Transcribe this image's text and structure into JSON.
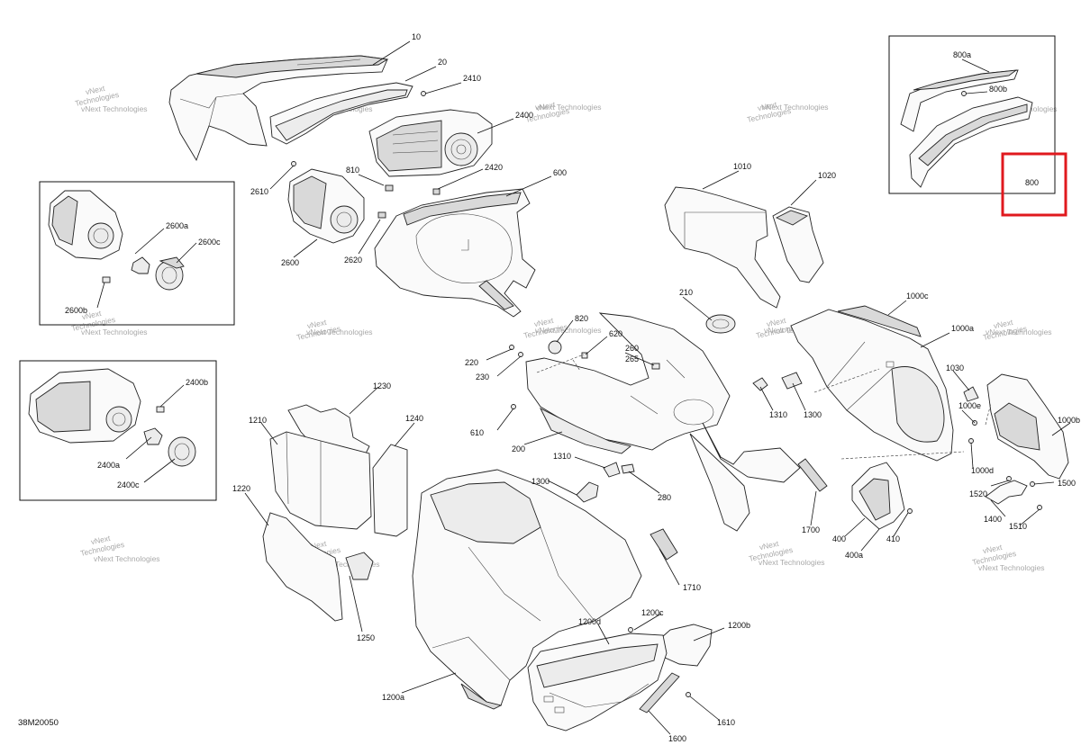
{
  "diagram_code": "38M20050",
  "watermark": {
    "line1": "vNext",
    "line2": "Technologies",
    "single": "vNext Technologies"
  },
  "highlight_color": "#e0191e",
  "parts": [
    {
      "id": "10",
      "label": "10"
    },
    {
      "id": "20",
      "label": "20"
    },
    {
      "id": "2410",
      "label": "2410"
    },
    {
      "id": "2400",
      "label": "2400"
    },
    {
      "id": "2420",
      "label": "2420"
    },
    {
      "id": "600",
      "label": "600"
    },
    {
      "id": "810",
      "label": "810"
    },
    {
      "id": "2610",
      "label": "2610"
    },
    {
      "id": "2600",
      "label": "2600"
    },
    {
      "id": "2620",
      "label": "2620"
    },
    {
      "id": "2600a",
      "label": "2600a"
    },
    {
      "id": "2600c",
      "label": "2600c"
    },
    {
      "id": "2600b",
      "label": "2600b"
    },
    {
      "id": "2400b",
      "label": "2400b"
    },
    {
      "id": "2400a",
      "label": "2400a"
    },
    {
      "id": "2400c",
      "label": "2400c"
    },
    {
      "id": "800a",
      "label": "800a"
    },
    {
      "id": "800b",
      "label": "800b"
    },
    {
      "id": "800",
      "label": "800"
    },
    {
      "id": "1010",
      "label": "1010"
    },
    {
      "id": "1020",
      "label": "1020"
    },
    {
      "id": "210",
      "label": "210"
    },
    {
      "id": "1000c",
      "label": "1000c"
    },
    {
      "id": "1000a",
      "label": "1000a"
    },
    {
      "id": "1030",
      "label": "1030"
    },
    {
      "id": "1000e",
      "label": "1000e"
    },
    {
      "id": "1000b",
      "label": "1000b"
    },
    {
      "id": "1000d",
      "label": "1000d"
    },
    {
      "id": "820",
      "label": "820"
    },
    {
      "id": "620",
      "label": "620"
    },
    {
      "id": "260",
      "label": "260"
    },
    {
      "id": "265",
      "label": "265"
    },
    {
      "id": "220",
      "label": "220"
    },
    {
      "id": "230",
      "label": "230"
    },
    {
      "id": "610",
      "label": "610"
    },
    {
      "id": "200",
      "label": "200"
    },
    {
      "id": "1310a",
      "label": "1310"
    },
    {
      "id": "1300a",
      "label": "1300"
    },
    {
      "id": "1310b",
      "label": "1310"
    },
    {
      "id": "1300b",
      "label": "1300"
    },
    {
      "id": "280",
      "label": "280"
    },
    {
      "id": "1520",
      "label": "1520"
    },
    {
      "id": "1500",
      "label": "1500"
    },
    {
      "id": "1400",
      "label": "1400"
    },
    {
      "id": "1510",
      "label": "1510"
    },
    {
      "id": "1700",
      "label": "1700"
    },
    {
      "id": "400",
      "label": "400"
    },
    {
      "id": "410",
      "label": "410"
    },
    {
      "id": "400a",
      "label": "400a"
    },
    {
      "id": "1230",
      "label": "1230"
    },
    {
      "id": "1210",
      "label": "1210"
    },
    {
      "id": "1240",
      "label": "1240"
    },
    {
      "id": "1220",
      "label": "1220"
    },
    {
      "id": "1250",
      "label": "1250"
    },
    {
      "id": "1710",
      "label": "1710"
    },
    {
      "id": "1200c",
      "label": "1200c"
    },
    {
      "id": "1200d",
      "label": "1200d"
    },
    {
      "id": "1200b",
      "label": "1200b"
    },
    {
      "id": "1200a",
      "label": "1200a"
    },
    {
      "id": "1600",
      "label": "1600"
    },
    {
      "id": "1610",
      "label": "1610"
    }
  ],
  "highlighted_part": "800"
}
